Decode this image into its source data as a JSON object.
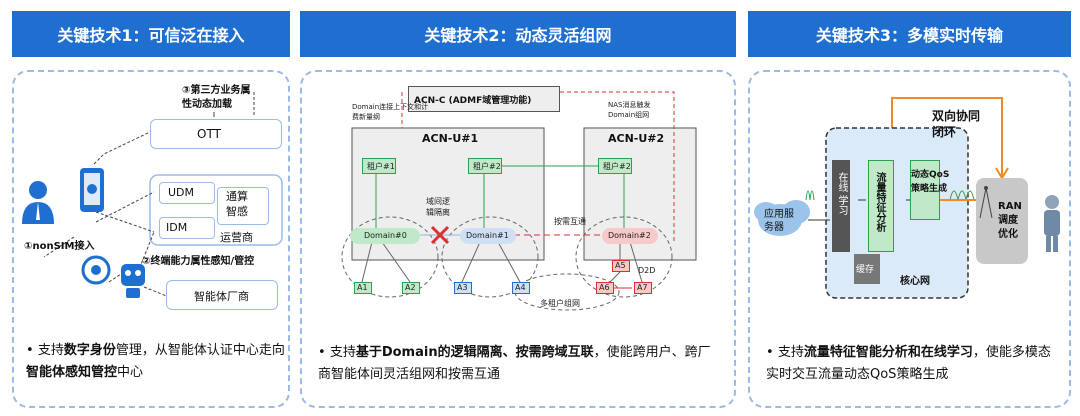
{
  "headers": [
    "关键技术1：可信泛在接入",
    "关键技术2：动态灵活组网",
    "关键技术3：多模实时传输"
  ],
  "panel1": {
    "third_party": "③第三方业务属\n性动态加载",
    "ott": "OTT",
    "udm": "UDM",
    "idm": "IDM",
    "compute": "通算\n智感",
    "operator": "运营商",
    "nonsim": "①nonSIM接入",
    "terminal": "②终端能力属性感知/管控",
    "vendor": "智能体厂商",
    "footer": {
      "a": "支持",
      "b": "数字身份",
      "c": "管理，从智能体认证中心走向",
      "d": "智能体感知管控",
      "e": "中心"
    }
  },
  "panel2": {
    "acnc": "ACN-C (ADMF域管理功能)",
    "domain_note": "Domain连接上下文和计\n费新量纲",
    "nas_note": "NAS消息触发\nDomain组网",
    "acnu1": "ACN-U#1",
    "acnu2": "ACN-U#2",
    "tenant1": "租户#1",
    "tenant2a": "租户#2",
    "tenant2b": "租户#2",
    "domain0": "Domain#0",
    "domain1": "Domain#1",
    "domain2": "Domain#2",
    "isolation": "域间逻\n辑隔离",
    "ondemand": "按需互通",
    "d2d": "D2D",
    "multi_tenant": "多租户组网",
    "agents": [
      "A1",
      "A2",
      "A3",
      "A4",
      "A5",
      "A6",
      "A7"
    ],
    "footer": {
      "a": "支持",
      "b": "基于Domain的逻辑隔离、按需跨域互联",
      "c": "，使能跨用户、跨厂商智能体间灵活组网和按需互通"
    }
  },
  "panel3": {
    "closed_loop": "双向协同\n闭环",
    "app_server": "应用服\n务器",
    "online_learning": "在线\n学习",
    "flow_analysis": "流量特征分析",
    "qos": "动态QoS\n策略生成",
    "cache": "缓存",
    "core_net": "核心网",
    "ran": "RAN\n调度\n优化",
    "footer": {
      "a": "支持",
      "b": "流量特征智能分析和在线学习",
      "c": "，使能多模态实时交互流量动态QoS策略生成"
    }
  },
  "colors": {
    "header_bg": "#1f6fd1",
    "panel_border": "#9bbbe6",
    "green": "#2e9e4f",
    "red": "#d93030",
    "orange": "#f08a24"
  }
}
